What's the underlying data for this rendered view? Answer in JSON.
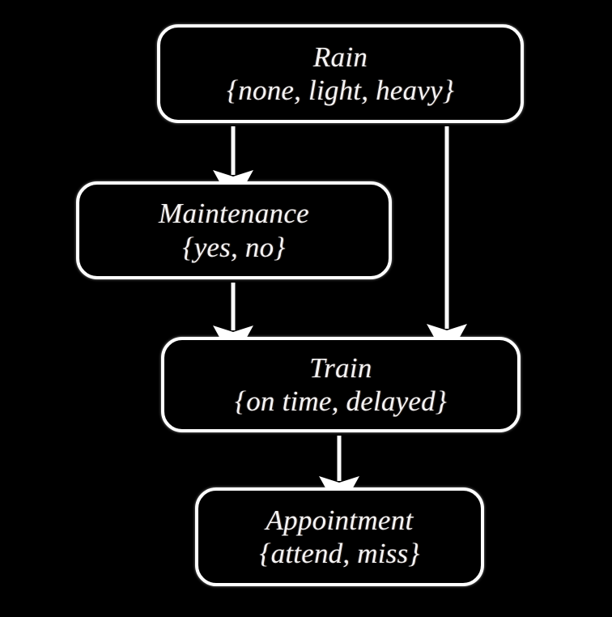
{
  "diagram": {
    "type": "bayesian-network",
    "background_color": "#000000",
    "node_border_color": "#ffffff",
    "text_color": "#f4f4f4",
    "nodes": [
      {
        "id": "rain",
        "title": "Rain",
        "states": "{none, light, heavy}",
        "state_list": [
          "none",
          "light",
          "heavy"
        ]
      },
      {
        "id": "maintenance",
        "title": "Maintenance",
        "states": "{yes, no}",
        "state_list": [
          "yes",
          "no"
        ]
      },
      {
        "id": "train",
        "title": "Train",
        "states": "{on time, delayed}",
        "state_list": [
          "on time",
          "delayed"
        ]
      },
      {
        "id": "appointment",
        "title": "Appointment",
        "states": "{attend, miss}",
        "state_list": [
          "attend",
          "miss"
        ]
      }
    ],
    "edges": [
      {
        "id": "rain-to-maintenance",
        "from": "rain",
        "to": "maintenance"
      },
      {
        "id": "rain-to-train",
        "from": "rain",
        "to": "train"
      },
      {
        "id": "maintenance-to-train",
        "from": "maintenance",
        "to": "train"
      },
      {
        "id": "train-to-appointment",
        "from": "train",
        "to": "appointment"
      }
    ]
  }
}
